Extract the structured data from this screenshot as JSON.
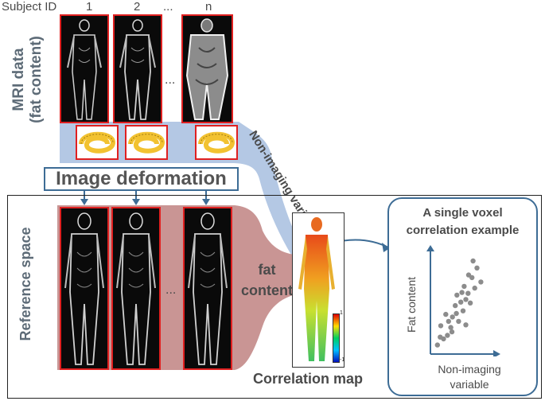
{
  "header": {
    "subject_id_label": "Subject ID",
    "subject_labels": [
      "1",
      "2",
      "...",
      "n"
    ]
  },
  "left_titles": {
    "mri_title_line1": "MRI data",
    "mri_title_line2": "(fat content)",
    "reference_space": "Reference space"
  },
  "deformation_label": "Image deformation",
  "non_imaging_flow_label": "Non-imaging variable",
  "ellipsis_top": "...",
  "ellipsis_bottom": "...",
  "fat_content_label_line1": "fat",
  "fat_content_label_line2": "content",
  "correlation_map_label": "Correlation map",
  "colorbar": {
    "max_label": "1",
    "min_label": "-1",
    "stops": [
      "#e00000",
      "#ffdd00",
      "#00d060",
      "#00c0ff",
      "#0010c0"
    ]
  },
  "voxel_example": {
    "title_line1": "A single voxel",
    "title_line2": "correlation example",
    "ylabel": "Fat content",
    "xlabel_line1": "Non-imaging",
    "xlabel_line2": "variable"
  },
  "colors": {
    "accent_blue": "#3d6c95",
    "flow_blue": "#b4c8e4",
    "flow_pink": "#c99594",
    "frame_red": "#e02020",
    "point_gray": "#8c8c8c"
  },
  "chart_data": {
    "type": "scatter",
    "title": "A single voxel correlation example",
    "xlabel": "Non-imaging variable",
    "ylabel": "Fat content",
    "points": [
      [
        0.04,
        0.04
      ],
      [
        0.09,
        0.13
      ],
      [
        0.15,
        0.11
      ],
      [
        0.22,
        0.15
      ],
      [
        0.1,
        0.26
      ],
      [
        0.24,
        0.31
      ],
      [
        0.28,
        0.24
      ],
      [
        0.31,
        0.36
      ],
      [
        0.19,
        0.39
      ],
      [
        0.38,
        0.4
      ],
      [
        0.42,
        0.31
      ],
      [
        0.36,
        0.49
      ],
      [
        0.46,
        0.53
      ],
      [
        0.5,
        0.43
      ],
      [
        0.55,
        0.56
      ],
      [
        0.39,
        0.61
      ],
      [
        0.59,
        0.63
      ],
      [
        0.63,
        0.52
      ],
      [
        0.52,
        0.71
      ],
      [
        0.66,
        0.81
      ],
      [
        0.71,
        0.69
      ],
      [
        0.6,
        0.84
      ],
      [
        0.75,
        0.92
      ],
      [
        0.82,
        0.76
      ],
      [
        0.68,
        1.0
      ],
      [
        0.55,
        0.27
      ],
      [
        0.3,
        0.19
      ],
      [
        0.48,
        0.64
      ]
    ],
    "xlim": [
      0,
      1
    ],
    "ylim": [
      0,
      1
    ]
  }
}
